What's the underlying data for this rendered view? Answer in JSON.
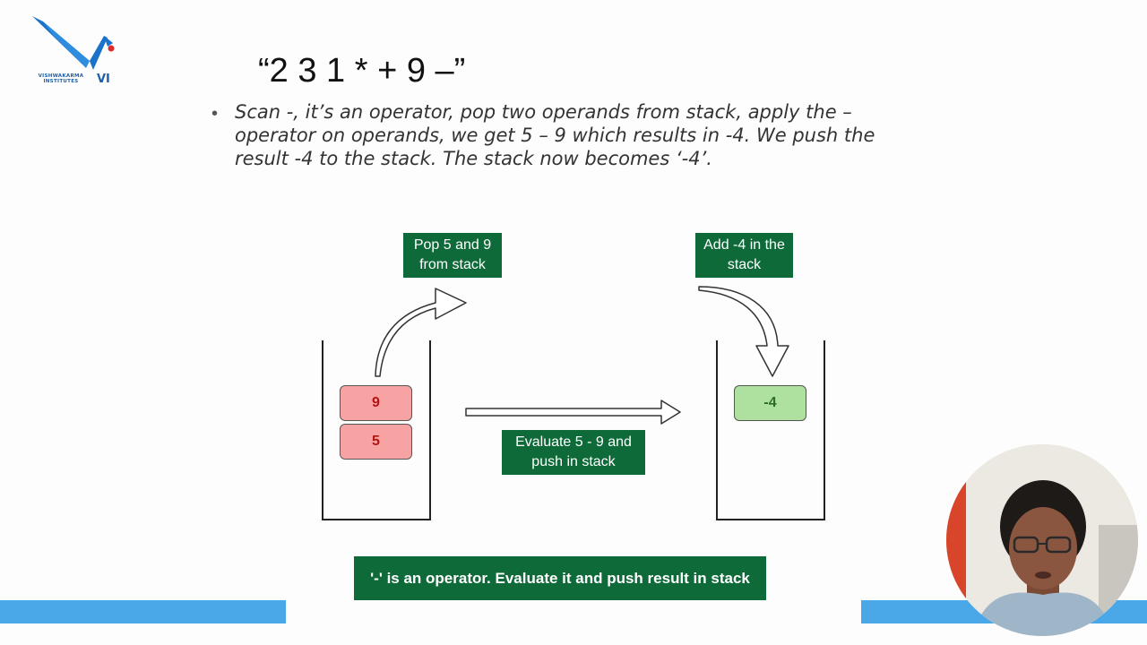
{
  "logo": {
    "lines": [
      "VISHWAKARMA",
      "INSTITUTES"
    ],
    "mark": "VI"
  },
  "expression": "“2 3 1 * + 9 –”",
  "bullet": {
    "lines": [
      "Scan -, it’s an operator, pop two operands from stack, apply the –",
      "operator on operands, we get 5 – 9 which results in -4. We push the",
      "result -4 to the stack. The stack now becomes ‘-4’."
    ]
  },
  "diagram": {
    "left_stack": {
      "items": [
        "9",
        "5"
      ]
    },
    "right_stack": {
      "items": [
        "-4"
      ]
    },
    "labels": {
      "pop": [
        "Pop 5 and 9",
        "from stack"
      ],
      "add": [
        "Add -4 in the",
        "stack"
      ],
      "evaluate": [
        "Evaluate 5 - 9 and",
        "push in stack"
      ]
    },
    "note": "'-' is an operator. Evaluate it and push result in stack"
  },
  "colors": {
    "label_green": "#0e6b39",
    "operand_red": "#f8a3a3",
    "result_green": "#aee0a0",
    "band_blue": "#4aa8e8"
  },
  "icons": [
    "logo-mark",
    "curved-arrow-icon",
    "right-arrow-icon",
    "down-curved-arrow-icon",
    "presenter-webcam"
  ]
}
